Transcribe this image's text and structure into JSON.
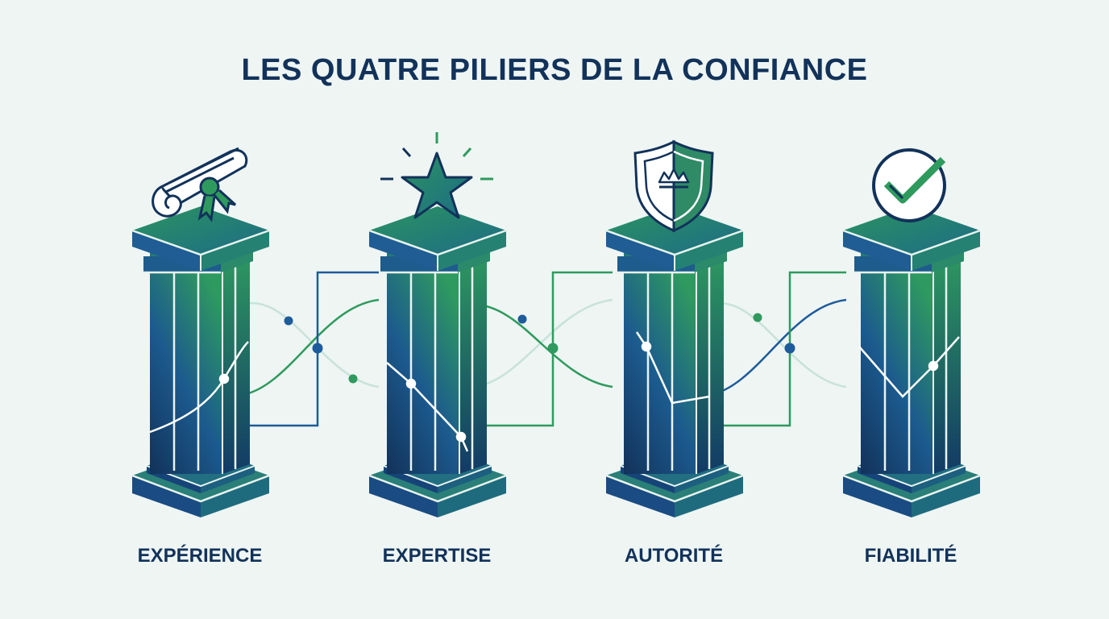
{
  "title": "LES QUATRE PILIERS DE LA CONFIANCE",
  "pillars": [
    {
      "label": "EXPÉRIENCE",
      "icon": "diploma-icon"
    },
    {
      "label": "EXPERTISE",
      "icon": "star-icon"
    },
    {
      "label": "AUTORITÉ",
      "icon": "shield-crown-icon"
    },
    {
      "label": "FIABILITÉ",
      "icon": "check-circle-icon"
    }
  ],
  "colors": {
    "navy": "#12325a",
    "blue": "#1e5b9a",
    "green": "#2f9a5e",
    "background": "#eef5f3"
  }
}
